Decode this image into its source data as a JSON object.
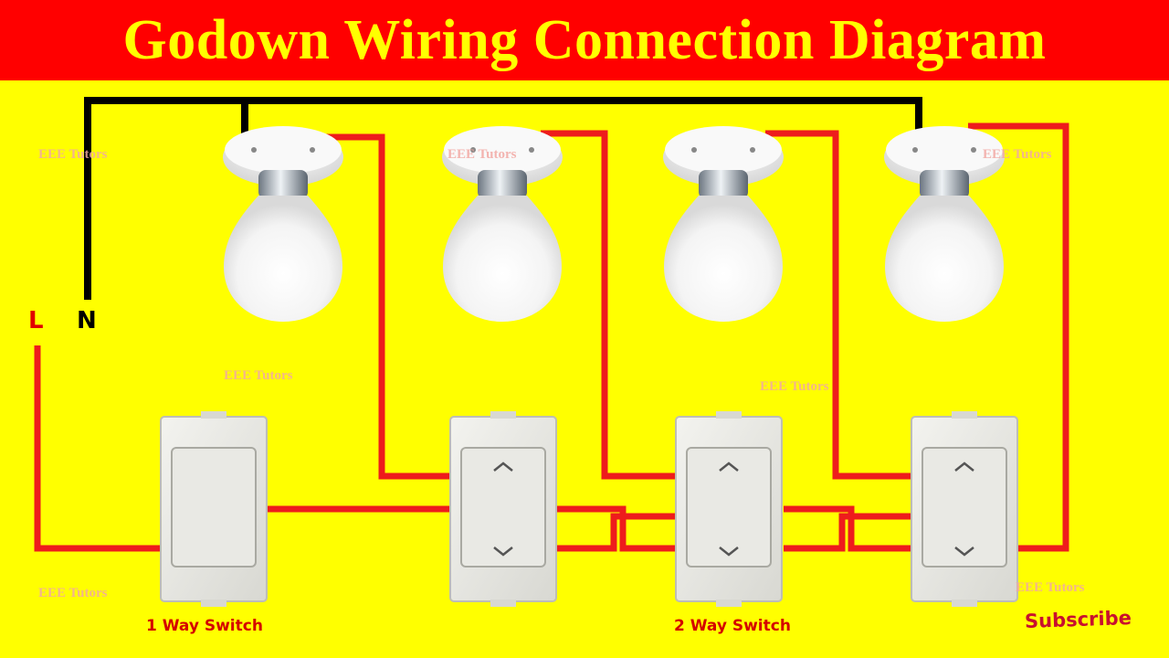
{
  "title": "Godown Wiring Connection Diagram",
  "watermark": "EEE Tutors",
  "terminals": {
    "line": "L",
    "neutral": "N"
  },
  "switch_labels": {
    "one_way": "1 Way Switch",
    "two_way": "2 Way Switch"
  },
  "subscribe": "Subscribe",
  "colors": {
    "banner": "#ff0000",
    "title_text": "#ffff00",
    "background": "#ffff00",
    "phase_wire": "#ee1c1c",
    "neutral_wire": "#000000"
  },
  "components": {
    "bulb_count": 4,
    "switch_count": 4,
    "switch_types": [
      "1-way",
      "2-way",
      "2-way",
      "2-way"
    ]
  }
}
